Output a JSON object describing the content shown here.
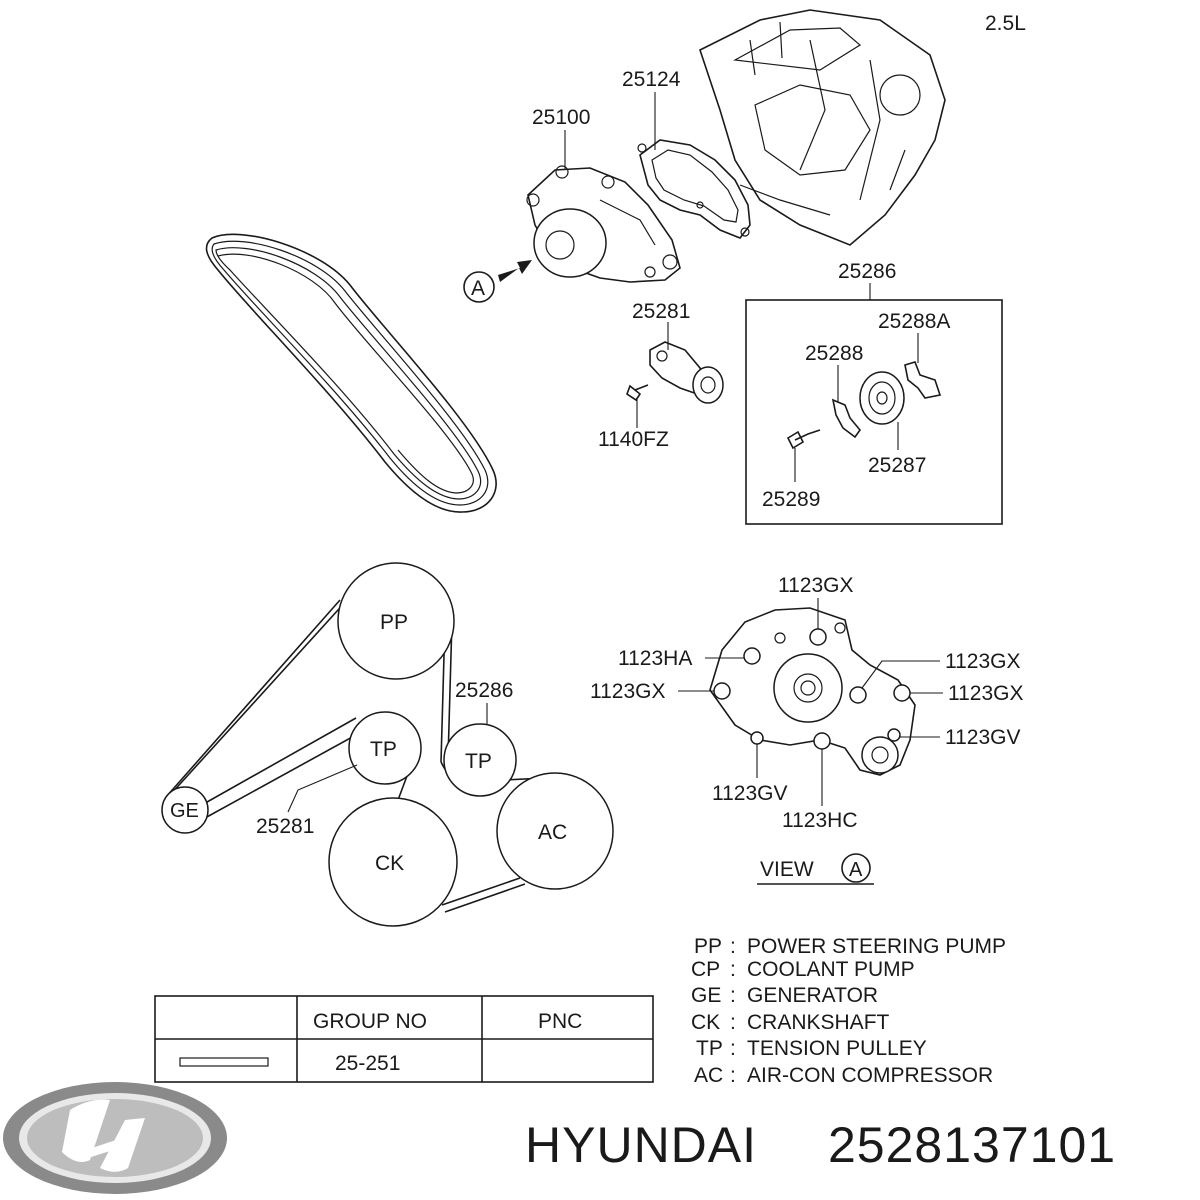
{
  "engine_label": "2.5L",
  "parts": {
    "water_pump": "25100",
    "gasket": "25124",
    "idler_assembly": "25286",
    "tensioner": "25281",
    "bolt_tensioner": "1140FZ",
    "bracket_a": "25288A",
    "bracket": "25288",
    "idler_pulley": "25287",
    "idler_bolt": "25289"
  },
  "view_marker": "A",
  "belt_routing": {
    "pulleys": [
      "PP",
      "TP",
      "TP",
      "GE",
      "CK",
      "AC"
    ],
    "label_tensioner_assy": "25286",
    "label_tensioner": "25281"
  },
  "view_a": {
    "title": "VIEW",
    "marker": "A",
    "bolts": [
      "1123GX",
      "1123HA",
      "1123GX",
      "1123GX",
      "1123GX",
      "1123GV",
      "1123GV",
      "1123HC"
    ]
  },
  "legend": [
    {
      "code": "PP",
      "sep": ":",
      "text": "POWER STEERING PUMP"
    },
    {
      "code": "CP",
      "sep": ":",
      "text": "COOLANT PUMP"
    },
    {
      "code": "GE",
      "sep": ":",
      "text": "GENERATOR"
    },
    {
      "code": "CK",
      "sep": ":",
      "text": "CRANKSHAFT"
    },
    {
      "code": "TP",
      "sep": ":",
      "text": "TENSION PULLEY"
    },
    {
      "code": "AC",
      "sep": ":",
      "text": "AIR-CON COMPRESSOR"
    }
  ],
  "table": {
    "headers": [
      "",
      "GROUP NO",
      "PNC"
    ],
    "row": [
      "",
      "25-251",
      ""
    ]
  },
  "footer": {
    "brand": "HYUNDAI",
    "part_number": "2528137101"
  }
}
